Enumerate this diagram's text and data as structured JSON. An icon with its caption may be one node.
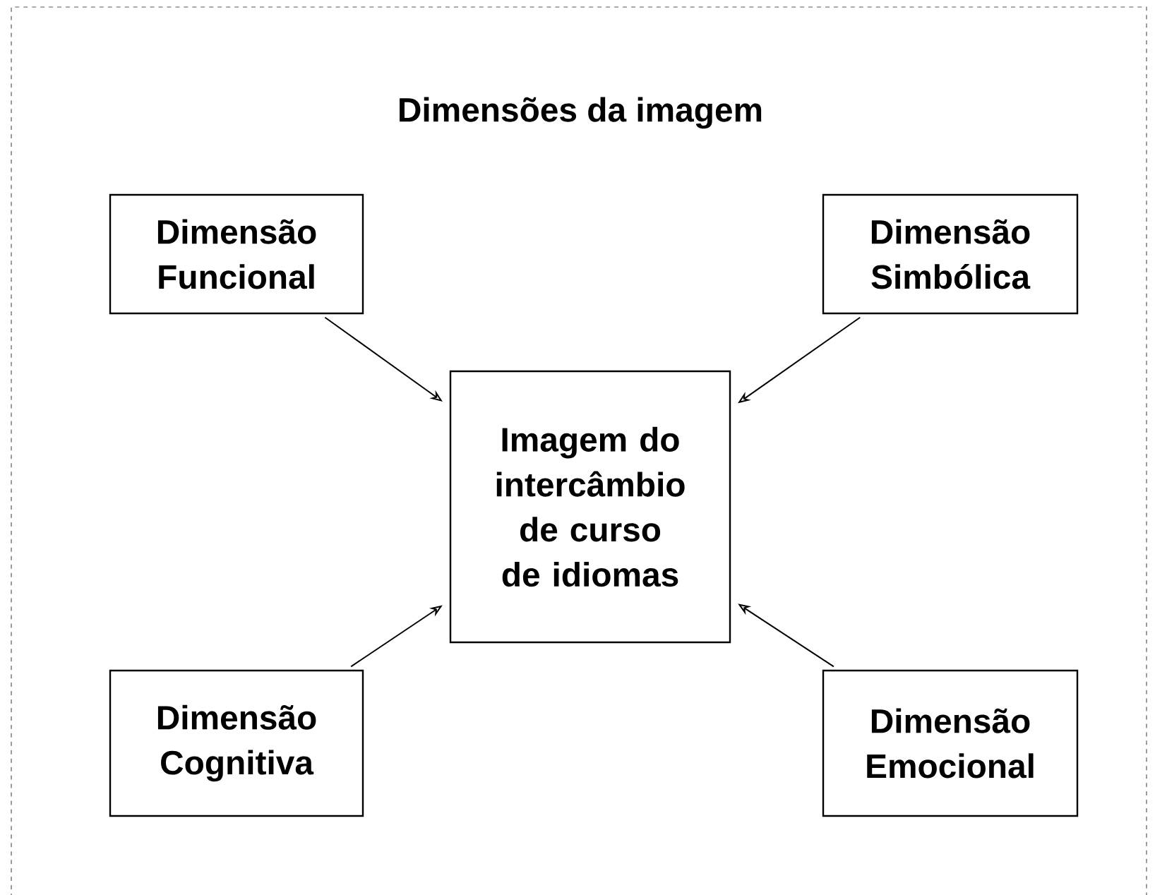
{
  "diagram": {
    "title": "Dimensões da imagem",
    "nodes": [
      {
        "text": [
          "Dimensão Funcional"
        ]
      },
      {
        "text": [
          "Dimensão Simbólica"
        ]
      },
      {
        "text": [
          "Imagem do intercâmbio de curso de idiomas"
        ]
      },
      {
        "text": [
          "Dimensão Cognitiva"
        ]
      },
      {
        "text": [
          "Dimensão Emocional"
        ]
      }
    ],
    "edges": [
      {
        "from": 0,
        "to": 2,
        "arrow": "to"
      },
      {
        "from": 1,
        "to": 2,
        "arrow": "to"
      },
      {
        "from": 3,
        "to": 2,
        "arrow": "to"
      },
      {
        "from": 4,
        "to": 2,
        "arrow": "to"
      }
    ]
  }
}
